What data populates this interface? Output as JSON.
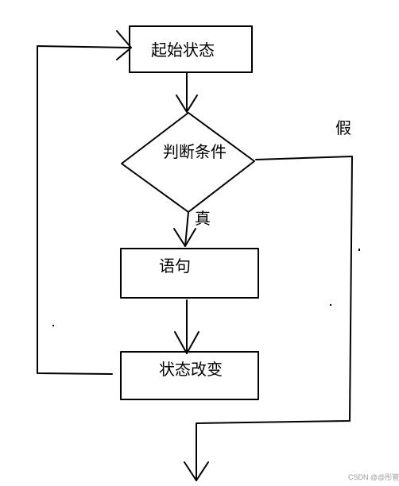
{
  "nodes": {
    "start": {
      "label": "起始状态"
    },
    "condition": {
      "label": "判断条件"
    },
    "statement": {
      "label": "语句"
    },
    "update": {
      "label": "状态改变"
    }
  },
  "edges": {
    "true_label": "真",
    "false_label": "假"
  },
  "watermark": "CSDN @@彤管"
}
